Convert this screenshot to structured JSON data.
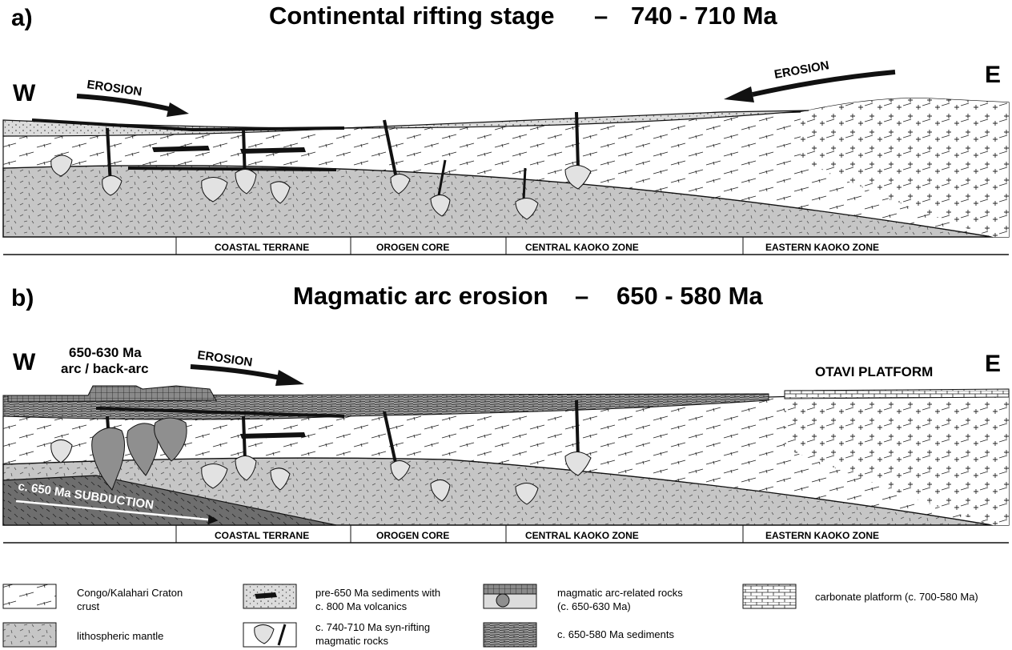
{
  "panel_a": {
    "letter": "a)",
    "title": "Continental rifting stage",
    "dash": "–",
    "age": "740 - 710 Ma",
    "west": "W",
    "east": "E",
    "erosion_left": "EROSION",
    "erosion_right": "EROSION",
    "zones": [
      "COASTAL TERRANE",
      "OROGEN CORE",
      "CENTRAL KAOKO ZONE",
      "EASTERN KAOKO ZONE"
    ]
  },
  "panel_b": {
    "letter": "b)",
    "title": "Magmatic arc erosion",
    "dash": "–",
    "age": "650 - 580 Ma",
    "west": "W",
    "east": "E",
    "arc_label_1": "650-630 Ma",
    "arc_label_2": "arc / back-arc",
    "erosion": "EROSION",
    "otavi": "OTAVI PLATFORM",
    "subduction": "c. 650 Ma SUBDUCTION",
    "zones": [
      "COASTAL TERRANE",
      "OROGEN CORE",
      "CENTRAL KAOKO ZONE",
      "EASTERN KAOKO ZONE"
    ]
  },
  "legend": {
    "craton_1": "Congo/Kalahari Craton",
    "craton_2": "crust",
    "mantle": "lithospheric mantle",
    "sed_1": "pre-650 Ma sediments with",
    "sed_2": "c. 800 Ma volcanics",
    "rift_1": "c. 740-710 Ma syn-rifting",
    "rift_2": "magmatic rocks",
    "arc_1": "magmatic arc-related rocks",
    "arc_2": "(c. 650-630 Ma)",
    "young_sed": "c. 650-580 Ma sediments",
    "carbonate": "carbonate platform (c. 700-580 Ma)"
  },
  "colors": {
    "mantle": "#c6c6c6",
    "sediment": "#dadada",
    "arc": "#8f8f8f",
    "subduction": "#6e6e6e",
    "ink": "#111111"
  }
}
